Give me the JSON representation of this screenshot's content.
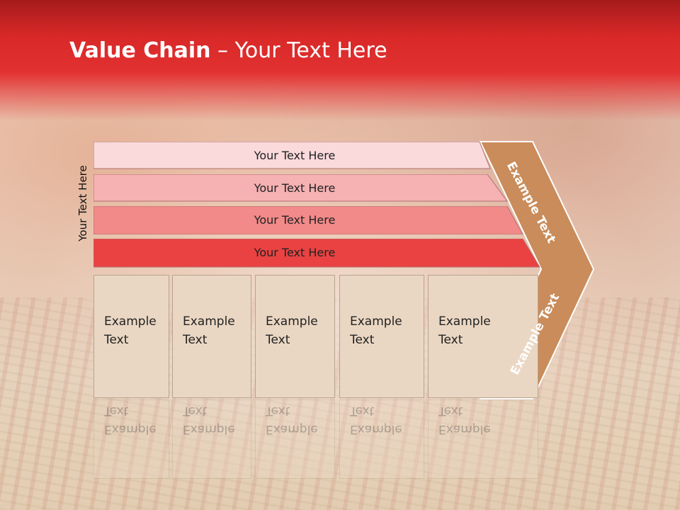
{
  "title": {
    "bold": "Value Chain",
    "rest": " – Your Text Here"
  },
  "side_label": "Your Text Here",
  "rows": [
    {
      "label": "Your Text Here",
      "color": "#fadadb"
    },
    {
      "label": "Your Text Here",
      "color": "#f6b1b2"
    },
    {
      "label": "Your Text Here",
      "color": "#f18a89"
    },
    {
      "label": "Your Text Here",
      "color": "#ea4242"
    }
  ],
  "boxes": [
    {
      "line1": "Example",
      "line2": "Text"
    },
    {
      "line1": "Example",
      "line2": "Text"
    },
    {
      "line1": "Example",
      "line2": "Text"
    },
    {
      "line1": "Example",
      "line2": "Text"
    },
    {
      "line1": "Example",
      "line2": "Text"
    }
  ],
  "chevron": {
    "upper_label": "Example Text",
    "lower_label": "Example Text",
    "color": "#c98c5a"
  }
}
